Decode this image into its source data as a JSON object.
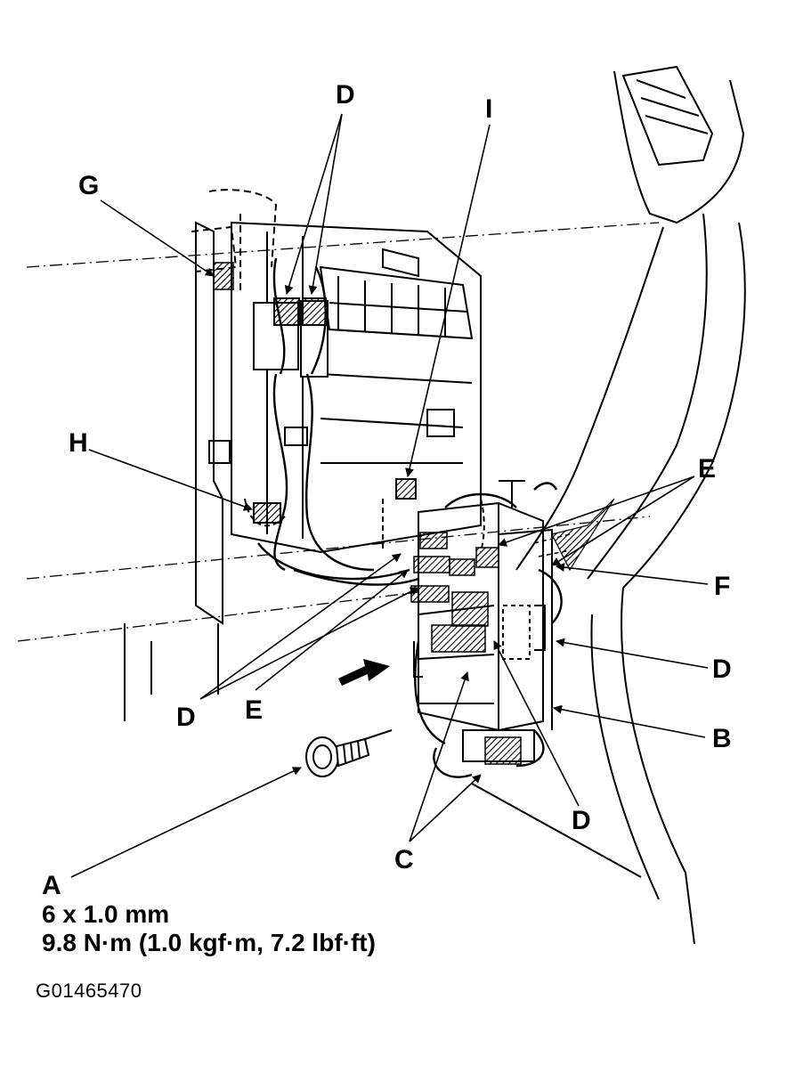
{
  "callouts": {
    "d_top": "D",
    "i": "I",
    "g": "G",
    "h": "H",
    "e_right": "E",
    "f": "F",
    "d_right": "D",
    "b": "B",
    "d_left": "D",
    "e_left": "E",
    "d_bottom": "D",
    "c": "C",
    "a": "A"
  },
  "bolt_spec": {
    "size": "6 x 1.0 mm",
    "torque": "9.8 N·m (1.0 kgf·m, 7.2 lbf·ft)"
  },
  "figure_id": "G01465470",
  "colors": {
    "ink": "#000000",
    "paper": "#ffffff"
  }
}
